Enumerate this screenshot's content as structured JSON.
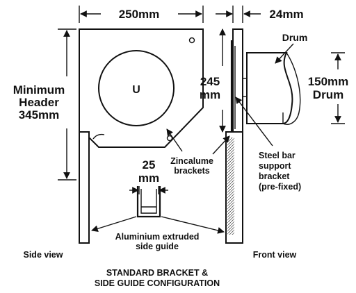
{
  "dimensions": {
    "width_250": "250mm",
    "width_24": "24mm",
    "header_line1": "Minimum",
    "header_line2": "Header",
    "header_line3": "345mm",
    "height_245_line1": "245",
    "height_245_line2": "mm",
    "drum_line1": "150mm",
    "drum_line2": "Drum",
    "gap_line1": "25",
    "gap_line2": "mm"
  },
  "labels": {
    "drum": "Drum",
    "zincalume_line1": "Zincalume",
    "zincalume_line2": "brackets",
    "steel_line1": "Steel bar",
    "steel_line2": "support",
    "steel_line3": "bracket",
    "steel_line4": "(pre-fixed)",
    "guide_line1": "Aluminium extruded",
    "guide_line2": "side guide",
    "side_view": "Side view",
    "front_view": "Front view",
    "bracket_symbol": "U"
  },
  "caption": {
    "line1": "STANDARD BRACKET &",
    "line2": "SIDE GUIDE CONFIGURATION"
  }
}
